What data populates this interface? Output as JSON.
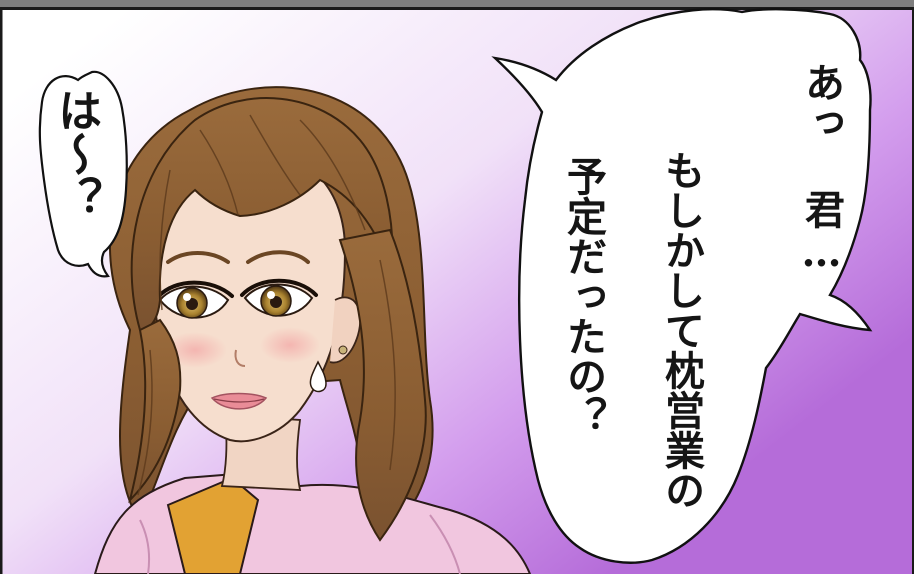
{
  "panel": {
    "bubble_left": {
      "text": "は～？"
    },
    "bubble_right": {
      "line1": "あっ 君…",
      "line2": "もしかして枕営業の",
      "line3": "予定だったの？"
    }
  },
  "colors": {
    "background_top": "#ffffff",
    "background_gradient_end": "#b56cd9",
    "hair": "#8a6035",
    "skin": "#f4dccd",
    "blouse": "#f0c3dd",
    "inner_shirt": "#e2a233",
    "panel_border": "#1a1a1a"
  }
}
